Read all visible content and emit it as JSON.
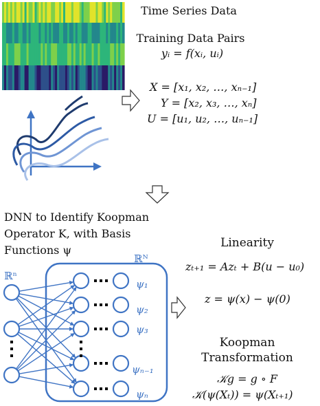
{
  "top": {
    "title": "Time Series Data",
    "pairs_title": "Training Data Pairs",
    "pairs_eq": "yᵢ = f(xᵢ, uᵢ)",
    "X_eq": "X = [x₁, x₂, …, xₙ₋₁]",
    "Y_eq": "Y = [x₂, x₃, …, xₙ]",
    "U_eq": "U = [u₁, u₂, …, uₙ₋₁]"
  },
  "dnn": {
    "line1": "DNN to Identify Koopman",
    "line2": "Operator K, with Basis",
    "line3": "Functions ψ",
    "input_space": "ℝⁿ",
    "output_space": "ℝᴺ",
    "psi_labels": [
      "ψ₁",
      "ψ₂",
      "ψ₃",
      "ψₙ₋₁",
      "ψₙ"
    ]
  },
  "right": {
    "linearity_title": "Linearity",
    "linearity_eq": "zₜ₊₁ = Azₜ + B(u − u₀)",
    "z_eq": "z = ψ(x) − ψ(0)",
    "koopman_title_1": "Koopman",
    "koopman_title_2": "Transformation",
    "koopman_eq1": "𝒦g = g ∘ F",
    "koopman_eq2": "𝒦(ψ(Xₜ)) = ψ(Xₜ₊₁)"
  },
  "colors": {
    "node_blue": "#3f74c4",
    "heatmap_palette": [
      "#2a1a66",
      "#2d4f8a",
      "#23878c",
      "#2db57a",
      "#7ed04b",
      "#e1e32a"
    ]
  }
}
